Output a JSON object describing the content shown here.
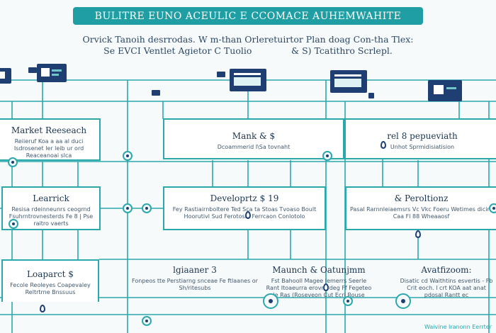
{
  "header": {
    "title": "BULITRE EUNO ACEULIC E CCOMACE AUHEMWAHITE",
    "subtitle_line1": "Orvick Tanoih desrrodas. W m-than Orleretuirtor Plan doag Con-tha Tlex:",
    "subtitle_line2": "Se EVCI Ventlet Agietor C Tuolio              & S) Tcatithro Scrlepl."
  },
  "boxes": {
    "market_research": {
      "title": "Market Reeseach",
      "desc": "Reiieruf Koa a aa al duci Isdrosenet ler leib ur ord Reaceanoai slca"
    },
    "mank": {
      "title": "Mank & $",
      "desc": "Dcoammerid I\\Sa tovnaht"
    },
    "rel_pepueviath": {
      "title": "rel 8 pepueviath",
      "desc": "Unhot Sprmidisiatision"
    },
    "learrick": {
      "title": "Learrick",
      "desc": "Resisa rdeinneunrs ceogrnd Fsuhrntrovnesterds Fe 8 | Pse raitro vaerts"
    },
    "developrtz": {
      "title": "Developrtz $ 19",
      "desc": "Fey Rastiairnboltere Ted Sca ta Stoas Tvoaso Boult Hoorutivl Sud Ferotosln Ferrcaon Conlotolo"
    },
    "peroltionz": {
      "title": "& Peroltionz",
      "desc": "Pasal Rarnnleiaemsrs Vc Vkc Foeru Wetimes dicin. Caa Fl 88 Wheaaosf"
    },
    "loaparct": {
      "title": "Loaparct $",
      "desc": "Fecole Reoleyes Coapevaley Reltrtrne Bnssuus"
    },
    "lgiaaner": {
      "title": "lgiaaner 3",
      "desc": "Fonpeos tte Perstiarng snceae Fe ftlaanes or Sh/ritesubs"
    },
    "maunch": {
      "title": "Maunch & Oatunjmm",
      "desc": "Fst Bahooll Magee Iemerrs Seerle Rant Itoaeurra erovrordeg Ff Fegeteo le Ras (Roseveon Cut Ecri Rouse Anreiss Dotttnee"
    },
    "avatfizoom": {
      "title": "Avatfizoom:",
      "desc": "Disatic cd Waithtins esvertis - Fb Crit eoch. l crt KOA aat anat pdosal Rantt ec"
    }
  },
  "footer": {
    "text": "Waivine Iranonn Eerrter"
  },
  "colors": {
    "teal": "#2aa8ad",
    "navy": "#1f3f73",
    "banner": "#1f9ea3"
  }
}
